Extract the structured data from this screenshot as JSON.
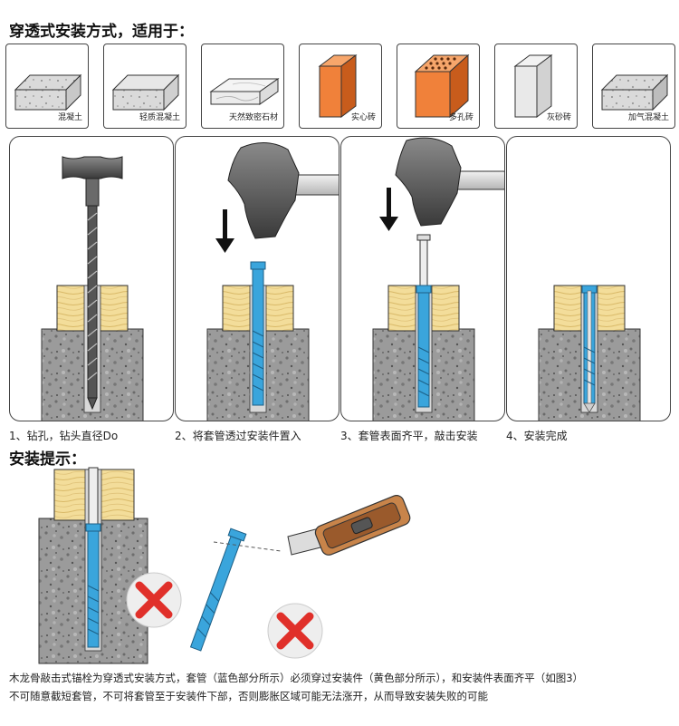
{
  "heading_methods": "穿透式安装方式，适用于：",
  "materials": [
    {
      "label": "混凝土",
      "icon": "concrete-block-icon"
    },
    {
      "label": "轻质混凝土",
      "icon": "lightweight-concrete-block-icon"
    },
    {
      "label": "天然致密石材",
      "icon": "natural-stone-block-icon"
    },
    {
      "label": "实心砖",
      "icon": "solid-brick-icon"
    },
    {
      "label": "多孔砖",
      "icon": "perforated-brick-icon"
    },
    {
      "label": "灰砂砖",
      "icon": "sand-lime-brick-icon"
    },
    {
      "label": "加气混凝土",
      "icon": "aerated-concrete-block-icon"
    }
  ],
  "steps": [
    {
      "caption": "1、钻孔，钻头直径Do"
    },
    {
      "caption": "2、将套管透过安装件置入"
    },
    {
      "caption": "3、套管表面齐平，敲击安装"
    },
    {
      "caption": "4、安装完成"
    }
  ],
  "heading_tips": "安装提示：",
  "notes": {
    "line1": "木龙骨敲击式锚栓为穿透式安装方式，套管（蓝色部分所示）必须穿过安装件（黄色部分所示），和安装件表面齐平（如图3）",
    "line2": "不可随意截短套管，不可将套管至于安装件下部，否则膨胀区域可能无法涨开，从而导致安装失败的可能"
  },
  "colors": {
    "sleeve_blue": "#3aa5dc",
    "wood_yellow": "#f3dd9a",
    "concrete_gray": "#9a9a9a",
    "brick_orange": "#f0813a",
    "error_red": "#e0302a",
    "hammer_gray": "#5a5a5a"
  }
}
